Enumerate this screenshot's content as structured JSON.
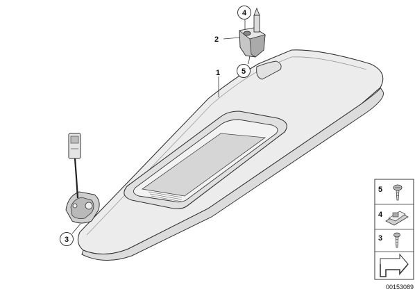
{
  "callouts": {
    "c1": "1",
    "c2": "2",
    "c3": "3",
    "c4": "4",
    "c5": "5"
  },
  "legend": {
    "rows": [
      {
        "label": "5",
        "part": "screw"
      },
      {
        "label": "4",
        "part": "clip"
      },
      {
        "label": "3",
        "part": "screw"
      }
    ]
  },
  "diagram_id": "00153089",
  "colors": {
    "visor_fill": "#e9e9e9",
    "line": "#333333",
    "mirror": "#d0d0d0"
  }
}
